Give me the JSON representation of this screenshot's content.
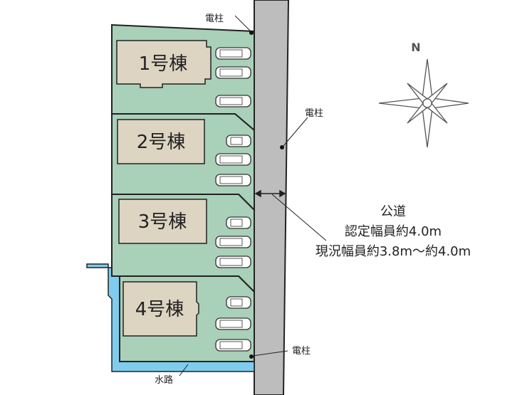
{
  "colors": {
    "lot": "#a9d0b9",
    "building": "#ddd4c2",
    "road": "#bdbdbd",
    "water": "#7ecdef"
  },
  "buildings": [
    {
      "label": "1号棟"
    },
    {
      "label": "2号棟"
    },
    {
      "label": "3号棟"
    },
    {
      "label": "4号棟"
    }
  ],
  "poles": {
    "label_top": "電柱",
    "label_road": "電柱",
    "label_bottom": "電柱"
  },
  "waterway": {
    "label": "水路"
  },
  "road": {
    "type": "公道",
    "certified_width": "認定幅員約4.0m",
    "actual_width": "現況幅員約3.8m～約4.0m"
  },
  "compass": {
    "north": "N"
  }
}
